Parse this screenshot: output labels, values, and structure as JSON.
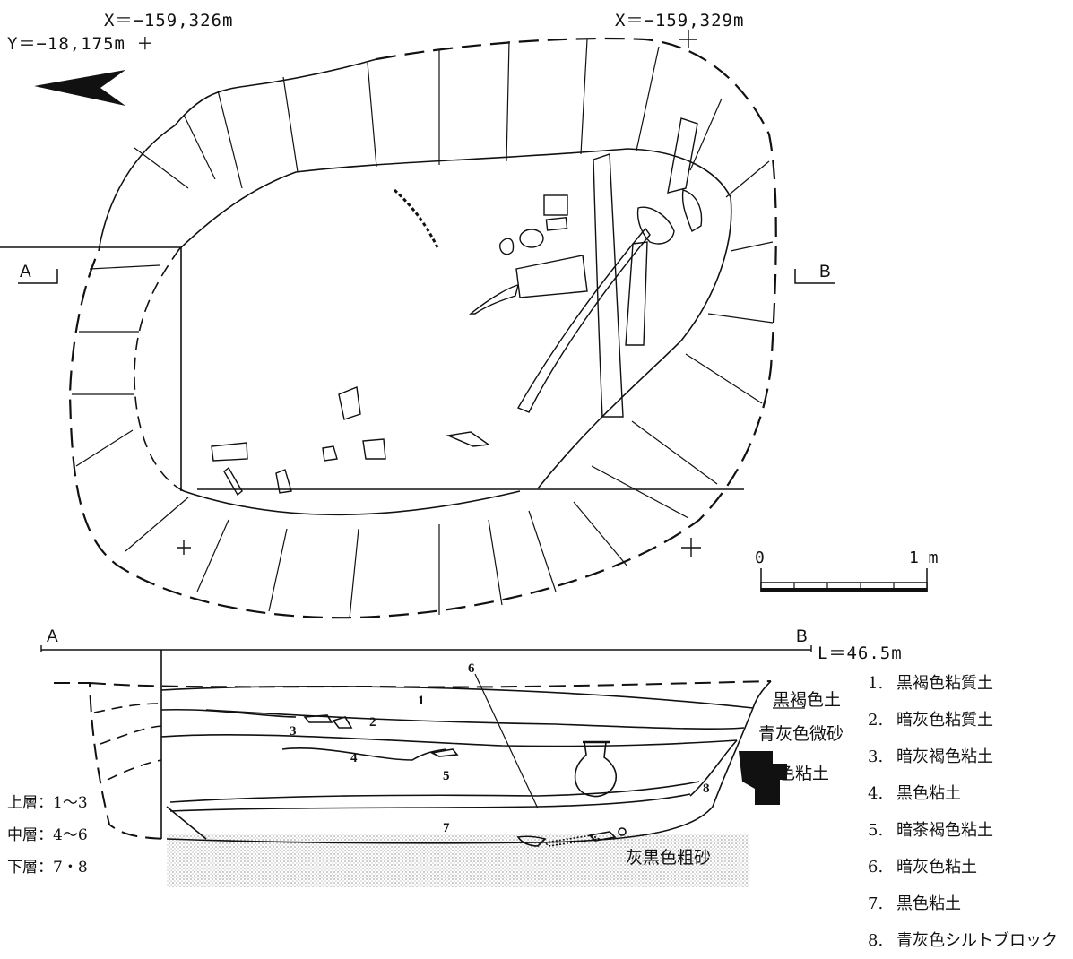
{
  "coordinates": {
    "x_left": "X＝−159,326m",
    "x_right": "X＝−159,329m",
    "y_left": "Y＝−18,175m ＋"
  },
  "section_line": {
    "a_label": "A",
    "b_label": "B",
    "level": "L＝46.5m"
  },
  "scale_bar": {
    "zero": "0",
    "end": "1 m"
  },
  "layer_numbers": [
    "1",
    "2",
    "3",
    "4",
    "5",
    "6",
    "7",
    "8"
  ],
  "side_soils": [
    "黒褐色土",
    "青灰色微砂",
    "灰黒色粘土",
    "灰黒色粗砂"
  ],
  "strata_groups": [
    "上層：1〜3",
    "中層：4〜6",
    "下層：7・8"
  ],
  "legend": [
    {
      "num": "1.",
      "label": "黒褐色粘質土"
    },
    {
      "num": "2.",
      "label": "暗灰色粘質土"
    },
    {
      "num": "3.",
      "label": "暗灰褐色粘土"
    },
    {
      "num": "4.",
      "label": "黒色粘土"
    },
    {
      "num": "5.",
      "label": "暗茶褐色粘土"
    },
    {
      "num": "6.",
      "label": "暗灰色粘土"
    },
    {
      "num": "7.",
      "label": "黒色粘土"
    },
    {
      "num": "8.",
      "label": "青灰色シルトブロック"
    }
  ]
}
